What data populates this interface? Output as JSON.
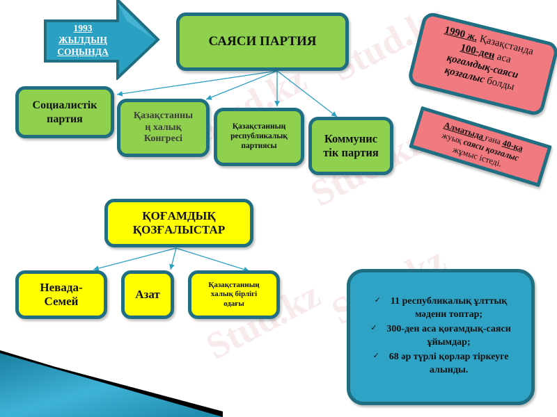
{
  "arrow_label": {
    "line1": "1993",
    "line2": "ЖЫЛДЫҢ",
    "line3": "СОҢЫНДА"
  },
  "political": {
    "title": "САЯСИ ПАРТИЯ",
    "parties": [
      {
        "label": "Социалистік партия"
      },
      {
        "label": "Қазақстанның халық Конгресі",
        "line1": "Қазақстанны",
        "line2": "ң халық",
        "line3": "Конгресі"
      },
      {
        "label": "Қазақстанның республикалық партиясы",
        "line1": "Қазақстанның",
        "line2": "республикалық",
        "line3": "партиясы"
      },
      {
        "label": "Коммунистік партия",
        "line1": "Коммунис",
        "line2": "тік партия"
      }
    ]
  },
  "social": {
    "title_line1": "ҚОҒАМДЫҚ",
    "title_line2": "ҚОЗҒАЛЫСТАР",
    "movements": [
      {
        "line1": "Невада-",
        "line2": "Семей"
      },
      {
        "label": "Азат"
      },
      {
        "line1": "Қазақстанның",
        "line2": "халық бірлігі",
        "line3": "одағы"
      }
    ]
  },
  "note1": {
    "year": "1990 ж.",
    "text1": " Қазақстанда",
    "count": "100-ден",
    "text2": " аса",
    "emph": "қоғамдық-саяси",
    "emph2": "қозғалыс",
    "text3": " болды"
  },
  "note2": {
    "city": "Алматыда ",
    "text1": "ғана ",
    "count": "40-қа",
    "text2": "жуық ",
    "emph": "саяси қозғалыс",
    "text3": "жұмыс істеді."
  },
  "summary": {
    "items": [
      {
        "line1": "11 республикалық ұлттық",
        "line2": "мәдени топтар;"
      },
      {
        "line1": "300-ден аса қоғамдық-саяси",
        "line2": "ұйымдар;"
      },
      {
        "line1": "68 әр түрлі қорлар тіркеуге",
        "line2": "алынды."
      }
    ],
    "check_icon": "✓"
  },
  "watermark": "Stud.kz",
  "colors": {
    "green": "#8fd14f",
    "yellow": "#ffff00",
    "pink": "#f07a80",
    "teal": "#2ea3c6",
    "border": "#1f6e82",
    "arrow": "#2aa0c2"
  }
}
